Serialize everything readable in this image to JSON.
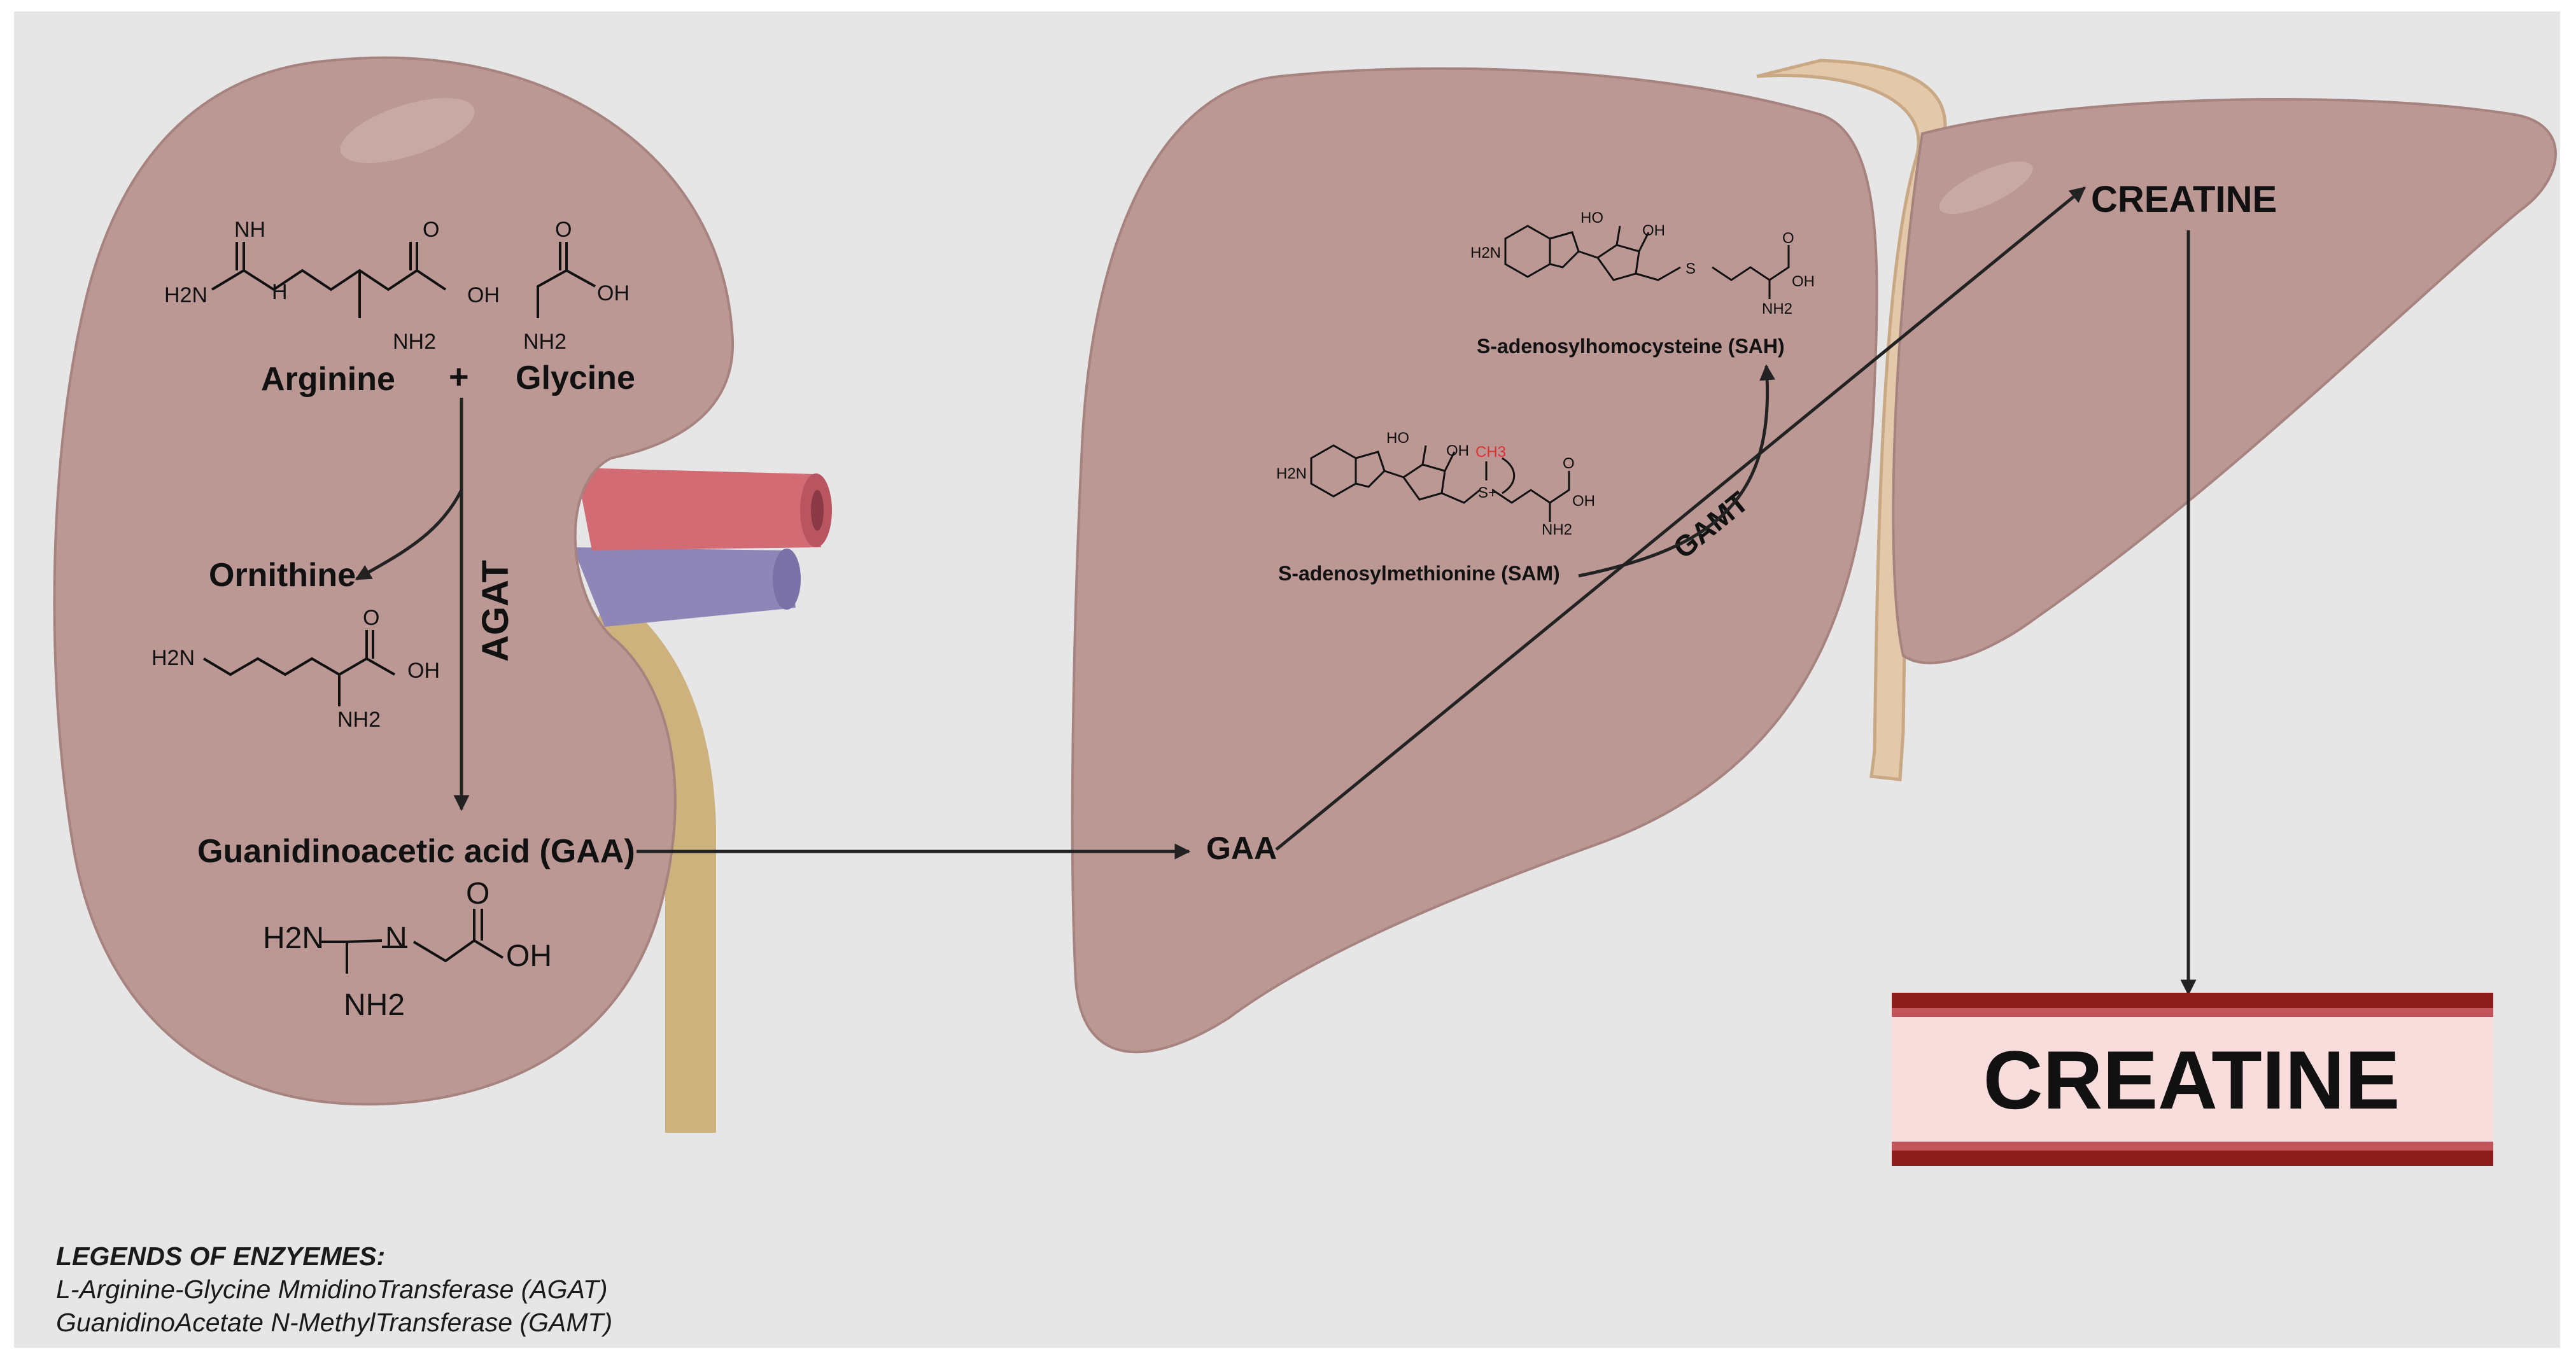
{
  "colors": {
    "background": "#e6e6e6",
    "organ": "#bb9894",
    "organ_edge": "#9a7b77",
    "artery": "#d36b74",
    "vein": "#8e86b6",
    "ureter": "#cdb27e",
    "creatine_band": "#8b1d1d",
    "creatine_box": "#f9dcdc",
    "red_methyl": "#e03030"
  },
  "kidney": {
    "arginine": "Arginine",
    "plus": "+",
    "glycine": "Glycine",
    "ornithine": "Ornithine",
    "enzyme": "AGAT",
    "gaa_full": "Guanidinoacetic acid (GAA)"
  },
  "liver": {
    "gaa": "GAA",
    "sah": "S-adenosylhomocysteine (SAH)",
    "sam": "S-adenosylmethionine (SAM)",
    "enzyme": "GAMT",
    "creatine_label": "CREATINE",
    "ch3": "CH3"
  },
  "creatine_box": {
    "label": "CREATINE"
  },
  "chem_labels": {
    "nh": "NH",
    "h2n": "H2N",
    "h": "H",
    "o": "O",
    "oh": "OH",
    "nh2": "NH2",
    "n": "N",
    "ho": "HO",
    "s": "S",
    "s_plus": "S+"
  },
  "legend": {
    "title": "LEGENDS OF ENZYEMES:",
    "lines": [
      "L-Arginine-Glycine MmidinoTransferase (AGAT)",
      "GuanidinoAcetate N-MethylTransferase (GAMT)"
    ]
  }
}
